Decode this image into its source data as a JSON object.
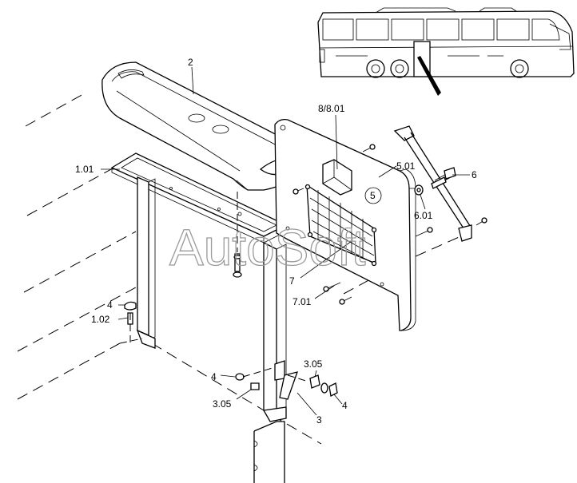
{
  "watermark": "AutoSoft",
  "labels": {
    "l2": "2",
    "l8": "8/8.01",
    "l101": "1.01",
    "l501": "5.01",
    "l6": "6",
    "l5": "5",
    "l601": "6.01",
    "l7": "7",
    "l701": "7.01",
    "l4a": "4",
    "l102": "1.02",
    "l4b": "4",
    "l305a": "3.05",
    "l305b": "3.05",
    "l4c": "4",
    "l3": "3"
  }
}
